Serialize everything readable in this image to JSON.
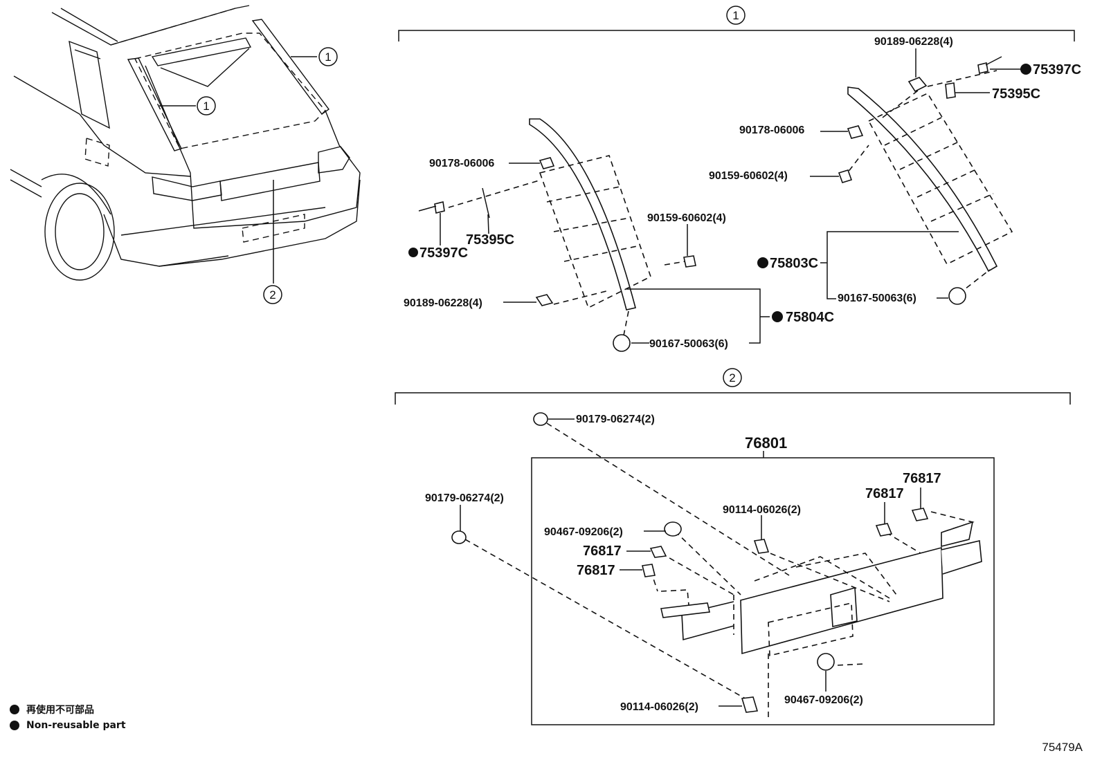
{
  "callouts": {
    "c1": "1",
    "c2": "2"
  },
  "section1": {
    "left": {
      "p90178": "90178-06006",
      "p75395": "75395C",
      "p75397": "75397C",
      "p90159": "90159-60602(4)",
      "p90189": "90189-06228(4)",
      "p90167": "90167-50063(6)",
      "p75804": "75804C"
    },
    "right": {
      "p90189": "90189-06228(4)",
      "p75397": "75397C",
      "p75395": "75395C",
      "p90178": "90178-06006",
      "p90159": "90159-60602(4)",
      "p75803": "75803C",
      "p90167": "90167-50063(6)"
    }
  },
  "section2": {
    "p90179a": "90179-06274(2)",
    "p90179b": "90179-06274(2)",
    "p76801": "76801",
    "p90114a": "90114-06026(2)",
    "p90114b": "90114-06026(2)",
    "p90467a": "90467-09206(2)",
    "p90467b": "90467-09206(2)",
    "p76817a": "76817",
    "p76817b": "76817",
    "p76817c": "76817",
    "p76817d": "76817"
  },
  "legend": {
    "jp": "再使用不可部品",
    "en": "Non-reusable part"
  },
  "figure_code": "75479A"
}
